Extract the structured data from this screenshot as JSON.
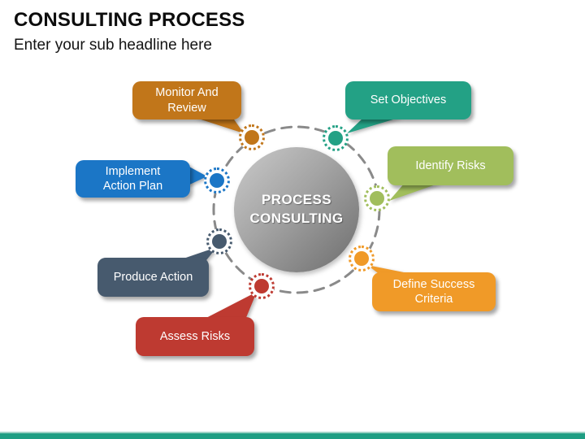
{
  "slide": {
    "title": "CONSULTING PROCESS",
    "subtitle": "Enter your sub headline here",
    "footer_bar_color": "#1F9E83"
  },
  "diagram": {
    "center": {
      "line1": "PROCESS",
      "line2": "CONSULTING"
    },
    "ring_color": "#8A8A8A",
    "callouts": {
      "monitor": {
        "label": "Monitor And Review",
        "line1": "Monitor And",
        "line2": "Review",
        "color": "#C1761A"
      },
      "set_objectives": {
        "label": "Set Objectives",
        "line1": "Set Objectives",
        "color": "#23A185"
      },
      "implement": {
        "label": "Implement Action Plan",
        "line1": "Implement",
        "line2": "Action Plan",
        "color": "#1B76C6"
      },
      "identify": {
        "label": "Identify Risks",
        "line1": "Identify Risks",
        "color": "#A1BE5C"
      },
      "produce": {
        "label": "Produce Action",
        "line1": "Produce Action",
        "color": "#475A6E"
      },
      "define": {
        "label": "Define Success Criteria",
        "line1": "Define Success",
        "line2": "Criteria",
        "color": "#F09A28"
      },
      "assess": {
        "label": "Assess Risks",
        "line1": "Assess Risks",
        "color": "#BE3A31"
      }
    }
  }
}
